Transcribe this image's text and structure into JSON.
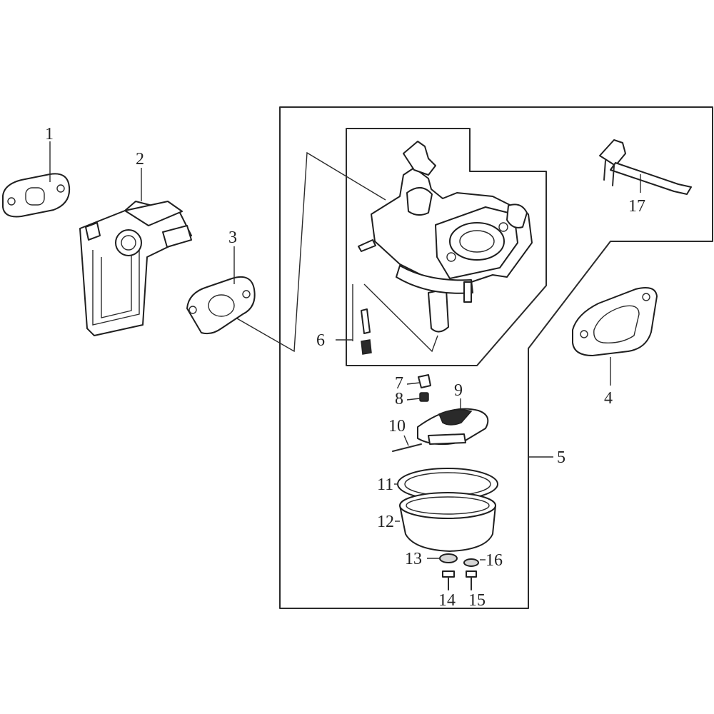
{
  "callouts": {
    "p1": "1",
    "p2": "2",
    "p3": "3",
    "p4": "4",
    "p5": "5",
    "p6": "6",
    "p7": "7",
    "p8": "8",
    "p9": "9",
    "p10": "10",
    "p11": "11",
    "p12": "12",
    "p13": "13",
    "p14": "14",
    "p15": "15",
    "p16": "16",
    "p17": "17"
  }
}
